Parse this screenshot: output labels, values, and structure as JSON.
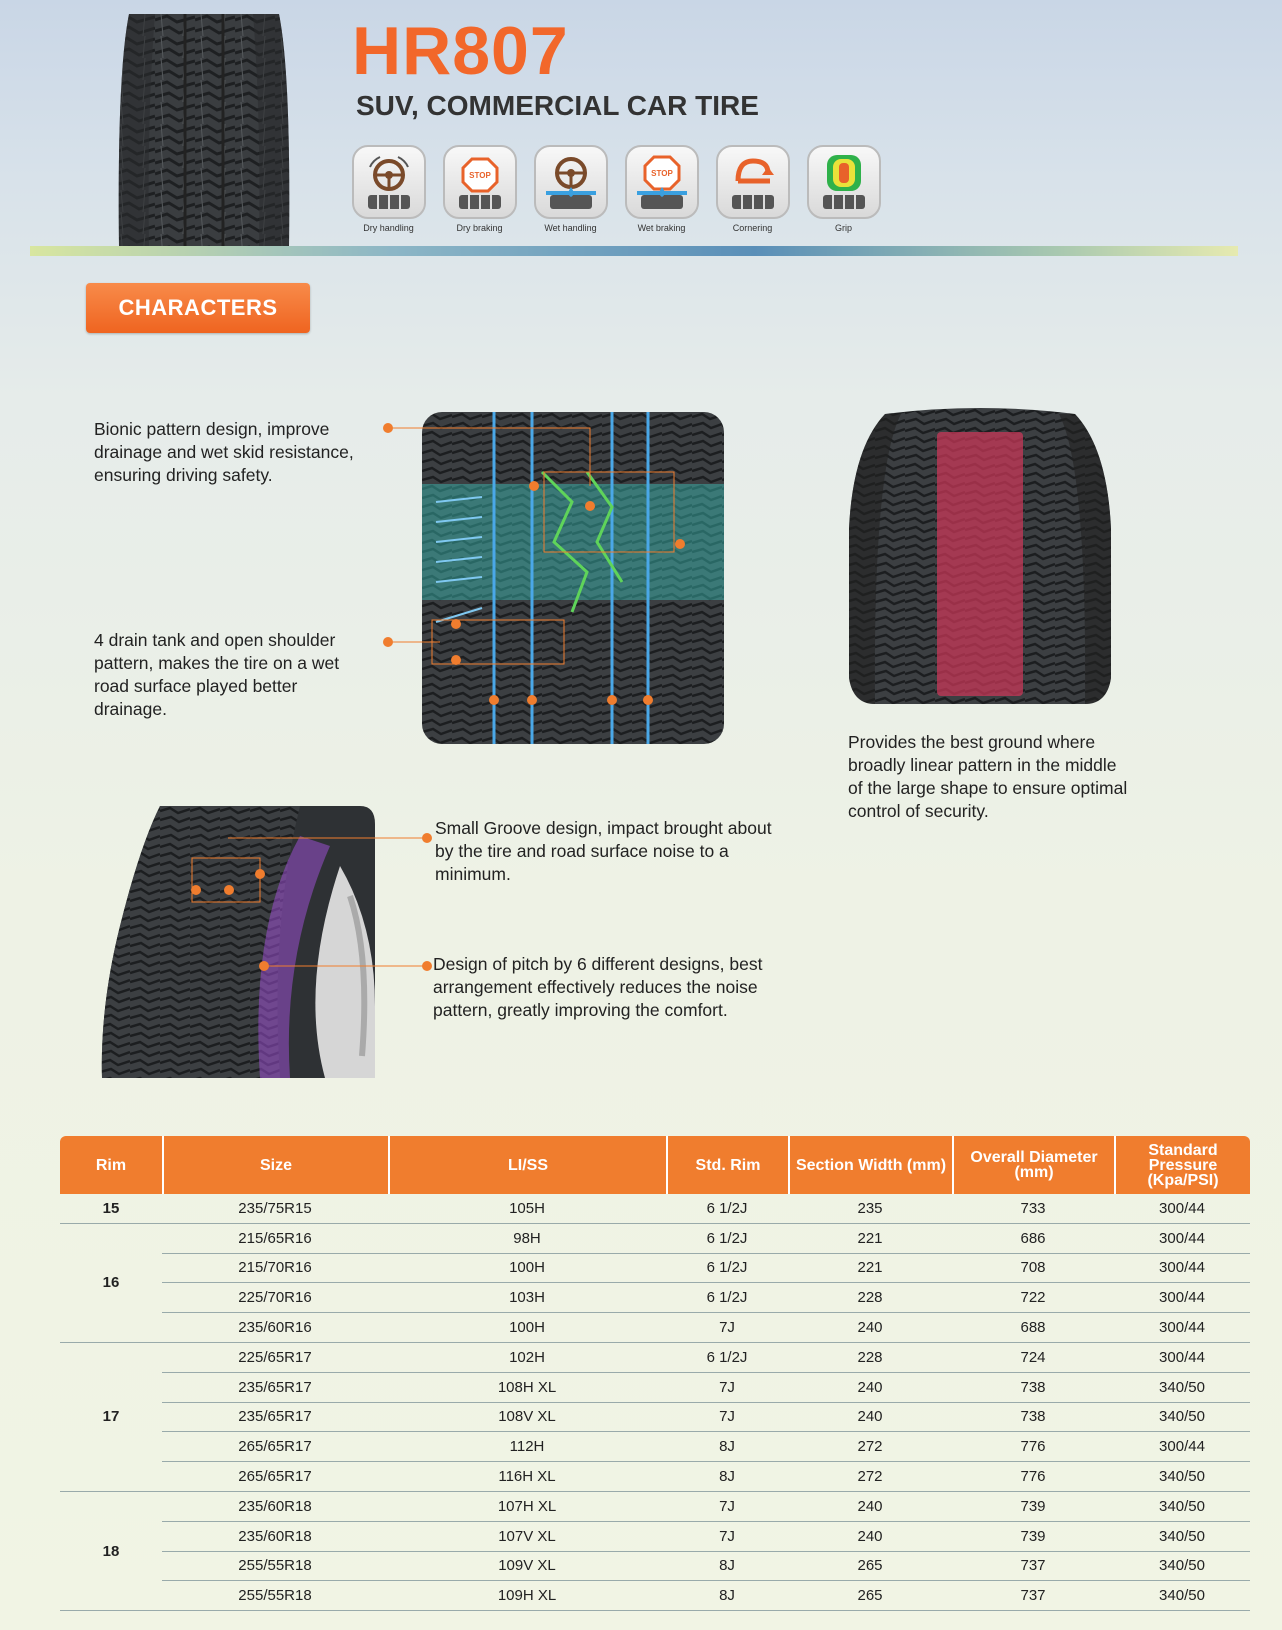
{
  "header": {
    "model": "HR807",
    "subtitle": "SUV, COMMERCIAL CAR TIRE"
  },
  "features": [
    {
      "label": "Dry handling",
      "icon": "steering-wheel-icon"
    },
    {
      "label": "Dry braking",
      "icon": "stop-sign-icon"
    },
    {
      "label": "Wet handling",
      "icon": "steering-wheel-water-icon"
    },
    {
      "label": "Wet braking",
      "icon": "stop-sign-water-icon"
    },
    {
      "label": "Cornering",
      "icon": "cornering-icon"
    },
    {
      "label": "Grip",
      "icon": "grip-heatmap-icon"
    }
  ],
  "section_title": "CHARACTERS",
  "characters": {
    "bionic": "Bionic pattern design, improve drainage and wet skid resistance, ensuring driving safety.",
    "drain": "4 drain tank and open shoulder pattern, makes the tire on a wet road surface played better drainage.",
    "ground": "Provides the best ground where broadly linear pattern in the middle of the large shape to ensure optimal control of security.",
    "groove": "Small Groove design, impact brought about by the tire and road surface noise to a minimum.",
    "pitch": "Design of pitch by 6 different designs, best arrangement effectively reduces the noise pattern, greatly improving the comfort."
  },
  "table": {
    "headers": [
      "Rim",
      "Size",
      "LI/SS",
      "Std. Rim",
      "Section Width (mm)",
      "Overall Diameter (mm)",
      "Standard Pressure (Kpa/PSI)"
    ],
    "groups": [
      {
        "rim": "15",
        "rows": [
          [
            "235/75R15",
            "105H",
            "6 1/2J",
            "235",
            "733",
            "300/44"
          ]
        ]
      },
      {
        "rim": "16",
        "rows": [
          [
            "215/65R16",
            "98H",
            "6 1/2J",
            "221",
            "686",
            "300/44"
          ],
          [
            "215/70R16",
            "100H",
            "6 1/2J",
            "221",
            "708",
            "300/44"
          ],
          [
            "225/70R16",
            "103H",
            "6 1/2J",
            "228",
            "722",
            "300/44"
          ],
          [
            "235/60R16",
            "100H",
            "7J",
            "240",
            "688",
            "300/44"
          ]
        ]
      },
      {
        "rim": "17",
        "rows": [
          [
            "225/65R17",
            "102H",
            "6 1/2J",
            "228",
            "724",
            "300/44"
          ],
          [
            "235/65R17",
            "108H XL",
            "7J",
            "240",
            "738",
            "340/50"
          ],
          [
            "235/65R17",
            "108V XL",
            "7J",
            "240",
            "738",
            "340/50"
          ],
          [
            "265/65R17",
            "112H",
            "8J",
            "272",
            "776",
            "300/44"
          ],
          [
            "265/65R17",
            "116H XL",
            "8J",
            "272",
            "776",
            "340/50"
          ]
        ]
      },
      {
        "rim": "18",
        "rows": [
          [
            "235/60R18",
            "107H XL",
            "7J",
            "240",
            "739",
            "340/50"
          ],
          [
            "235/60R18",
            "107V XL",
            "7J",
            "240",
            "739",
            "340/50"
          ],
          [
            "255/55R18",
            "109V XL",
            "8J",
            "265",
            "737",
            "340/50"
          ],
          [
            "255/55R18",
            "109H XL",
            "8J",
            "265",
            "737",
            "340/50"
          ]
        ]
      }
    ]
  },
  "colors": {
    "accent": "#f07d2e",
    "title": "#f2672a"
  }
}
